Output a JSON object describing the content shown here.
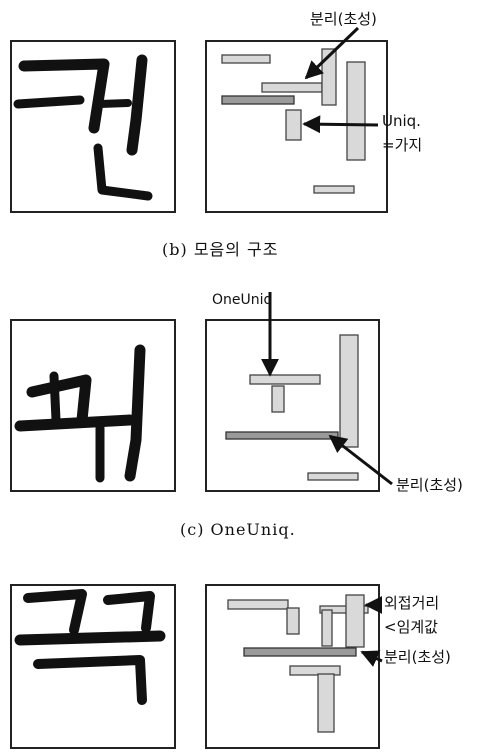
{
  "figure_b": {
    "annotation_top": "분리(초성)",
    "annotation_right_line1": "Uniq.",
    "annotation_right_line2": "=가지",
    "caption": "(b) 모음의 구조"
  },
  "figure_c": {
    "annotation_top": "OneUniq",
    "annotation_right": "분리(초성)",
    "caption": "(c) OneUniq."
  },
  "figure_d": {
    "annotation_right_line1": "외접거리",
    "annotation_right_line2": "<임계값",
    "annotation_right_line3": "분리(초성)"
  }
}
